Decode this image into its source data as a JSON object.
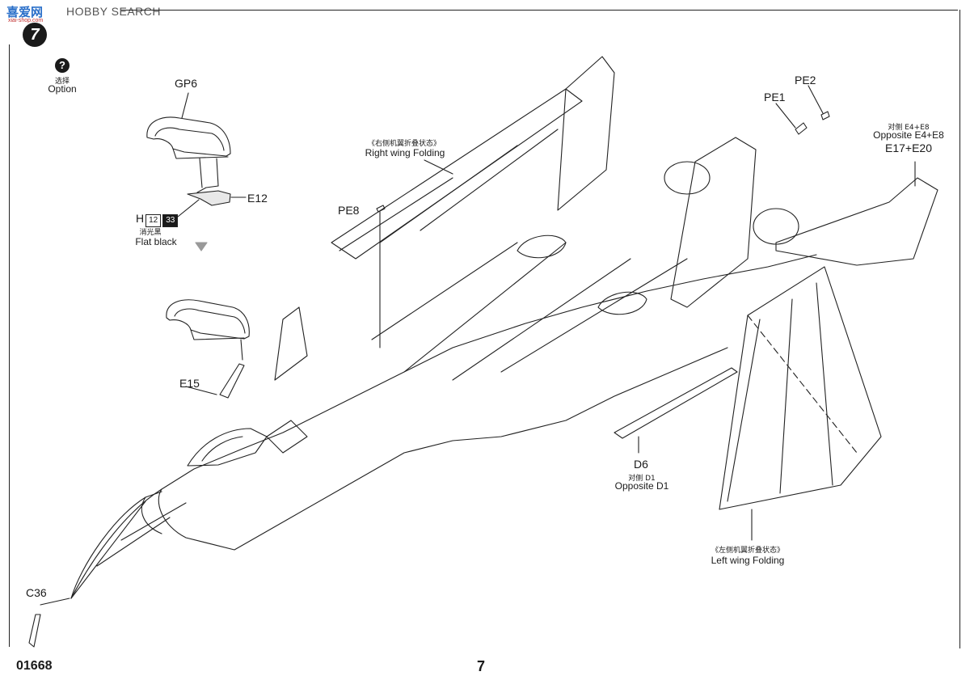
{
  "watermark": {
    "logo_cn": "喜爱网",
    "logo_sub": "xiai-shop.com",
    "text": "HOBBY SEARCH"
  },
  "step": {
    "number": "7"
  },
  "option": {
    "icon": "?",
    "cn": "选择",
    "en": "Option"
  },
  "parts": {
    "gp6": "GP6",
    "e12": "E12",
    "e15": "E15",
    "pe8": "PE8",
    "pe1": "PE1",
    "pe2": "PE2",
    "c36": "C36",
    "d6": "D6",
    "d6_opp_cn": "对侧 D1",
    "d6_opp_en": "Opposite D1",
    "e17_opp_cn": "对侧 E4+E8",
    "e17_opp_en": "Opposite E4+E8",
    "e17": "E17+E20"
  },
  "paint": {
    "letter": "H",
    "code1": "12",
    "code2": "33",
    "cn": "消光黑",
    "en": "Flat black"
  },
  "right_wing": {
    "cn": "《右侧机翼折叠状态》",
    "en": "Right wing Folding"
  },
  "left_wing": {
    "cn": "《左侧机翼折叠状态》",
    "en": "Left wing Folding"
  },
  "footer": {
    "code": "01668",
    "page": "7"
  }
}
